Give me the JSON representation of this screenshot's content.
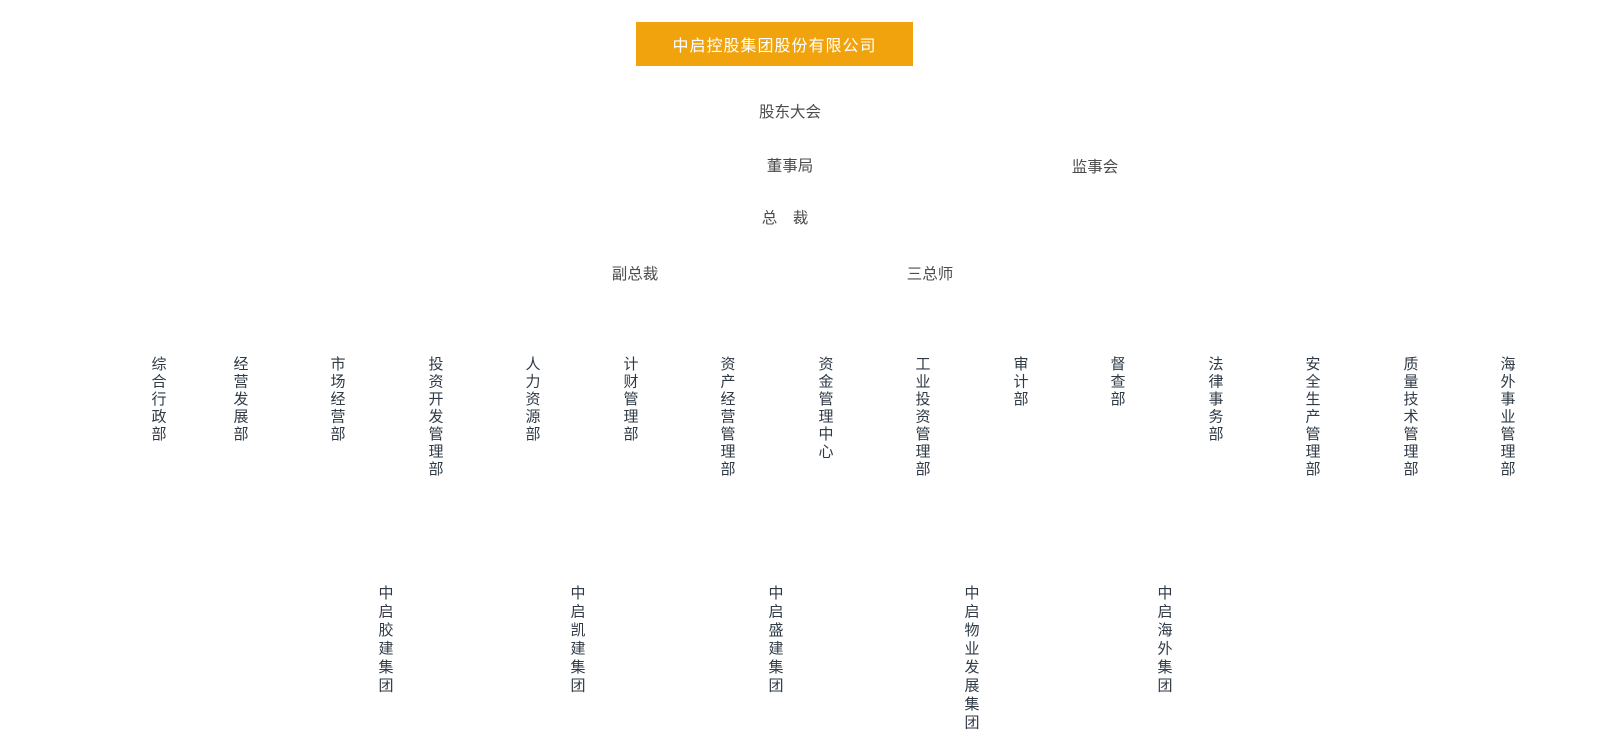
{
  "org": {
    "company": "中启控股集团股份有限公司",
    "nodes": {
      "shareholders_meeting": "股东大会",
      "board_of_directors": "董事局",
      "supervisory_board": "监事会",
      "president": "总　裁",
      "vice_president": "副总裁",
      "chief_engineers": "三总师"
    },
    "departments": [
      "综合行政部",
      "经营发展部",
      "市场经营部",
      "投资开发管理部",
      "人力资源部",
      "计财管理部",
      "资产经营管理部",
      "资金管理中心",
      "工业投资管理部",
      "审计部",
      "督查部",
      "法律事务部",
      "安全生产管理部",
      "质量技术管理部",
      "海外事业管理部"
    ],
    "subsidiaries": [
      "中启胶建集团",
      "中启凯建集团",
      "中启盛建集团",
      "中启物业发展集团",
      "中启海外集团"
    ]
  },
  "colors": {
    "accent_orange": "#F0A30C",
    "root_text": "#FFFFFF",
    "node_text": "#4C4C4C",
    "vertical_node_text": "#2F3A46",
    "background": "#FFFFFF"
  }
}
